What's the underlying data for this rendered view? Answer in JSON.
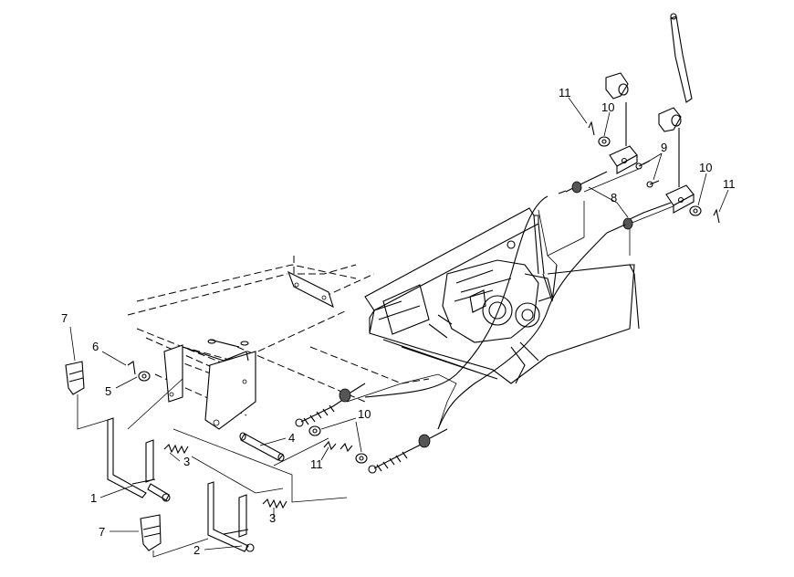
{
  "diagram": {
    "callouts": [
      {
        "id": "c7a",
        "label": "7"
      },
      {
        "id": "c6",
        "label": "6"
      },
      {
        "id": "c5",
        "label": "5"
      },
      {
        "id": "c1",
        "label": "1"
      },
      {
        "id": "c7b",
        "label": "7"
      },
      {
        "id": "c2",
        "label": "2"
      },
      {
        "id": "c3a",
        "label": "3"
      },
      {
        "id": "c3b",
        "label": "3"
      },
      {
        "id": "c4",
        "label": "4"
      },
      {
        "id": "c10a",
        "label": "10"
      },
      {
        "id": "c11a",
        "label": "11"
      },
      {
        "id": "c11b",
        "label": "11"
      },
      {
        "id": "c10b",
        "label": "10"
      },
      {
        "id": "c9",
        "label": "9"
      },
      {
        "id": "c8",
        "label": "8"
      },
      {
        "id": "c10c",
        "label": "10"
      },
      {
        "id": "c11c",
        "label": "11"
      }
    ]
  }
}
